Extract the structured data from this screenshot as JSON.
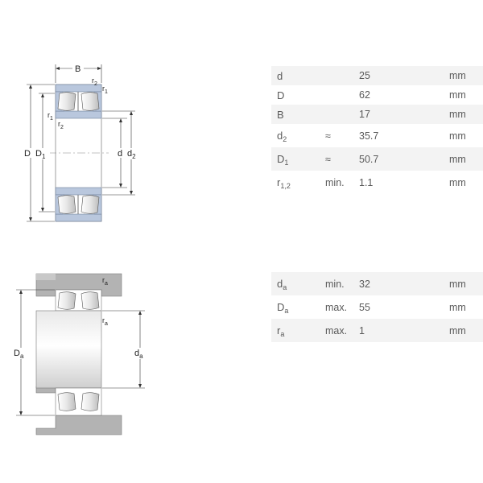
{
  "bearing_dimensions": [
    {
      "symbol": "d",
      "sub": "",
      "qualifier": "",
      "value": "25",
      "unit": "mm"
    },
    {
      "symbol": "D",
      "sub": "",
      "qualifier": "",
      "value": "62",
      "unit": "mm"
    },
    {
      "symbol": "B",
      "sub": "",
      "qualifier": "",
      "value": "17",
      "unit": "mm"
    },
    {
      "symbol": "d",
      "sub": "2",
      "qualifier": "≈",
      "value": "35.7",
      "unit": "mm"
    },
    {
      "symbol": "D",
      "sub": "1",
      "qualifier": "≈",
      "value": "50.7",
      "unit": "mm"
    },
    {
      "symbol": "r",
      "sub": "1,2",
      "qualifier": "min.",
      "value": "1.1",
      "unit": "mm"
    }
  ],
  "abutment_dimensions": [
    {
      "symbol": "d",
      "sub": "a",
      "qualifier": "min.",
      "value": "32",
      "unit": "mm"
    },
    {
      "symbol": "D",
      "sub": "a",
      "qualifier": "max.",
      "value": "55",
      "unit": "mm"
    },
    {
      "symbol": "r",
      "sub": "a",
      "qualifier": "max.",
      "value": "1",
      "unit": "mm"
    }
  ],
  "drawing1_labels": {
    "B": "B",
    "r2_top": "r",
    "r2_top_sub": "2",
    "r1_top": "r",
    "r1_top_sub": "1",
    "r1_left": "r",
    "r1_left_sub": "1",
    "r2_left": "r",
    "r2_left_sub": "2",
    "D": "D",
    "D1": "D",
    "D1_sub": "1",
    "d": "d",
    "d2": "d",
    "d2_sub": "2"
  },
  "drawing2_labels": {
    "ra_top": "r",
    "ra_top_sub": "a",
    "ra_mid": "r",
    "ra_mid_sub": "a",
    "Da": "D",
    "Da_sub": "a",
    "da": "d",
    "da_sub": "a"
  }
}
